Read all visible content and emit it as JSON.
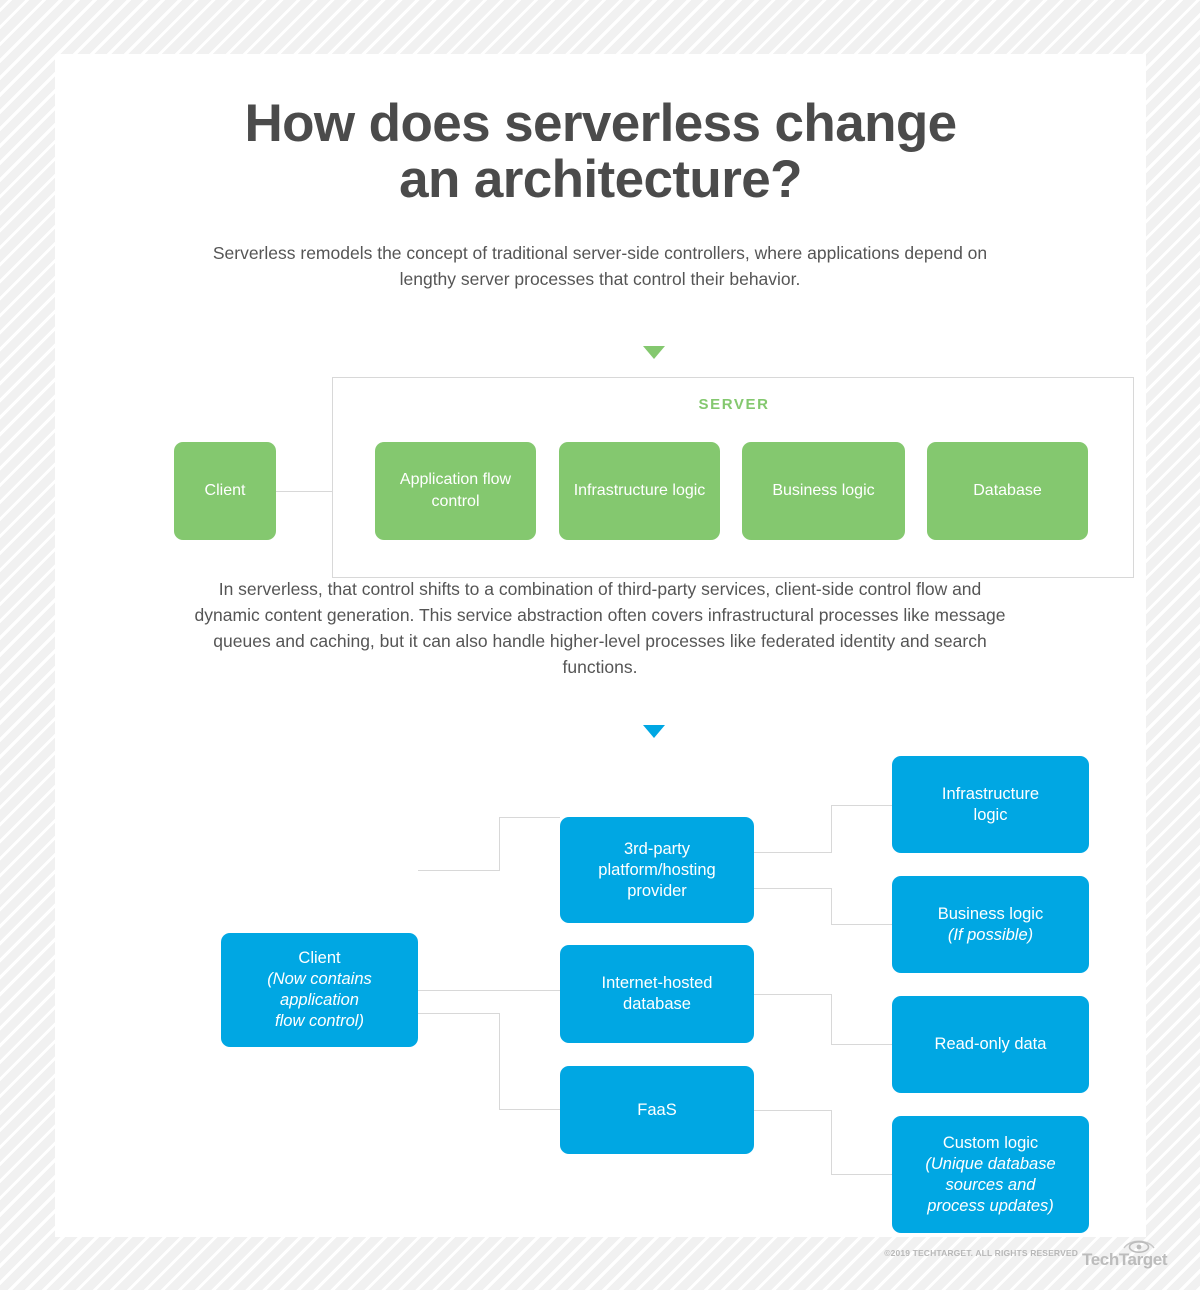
{
  "page": {
    "title_line1": "How does serverless change",
    "title_line2": "an architecture?",
    "intro": "Serverless remodels the concept of traditional server-side controllers, where applications depend on lengthy server processes that control their behavior.",
    "paragraph2": "In serverless, that control shifts to a combination of third-party services, client-side control flow and dynamic content generation. This service abstraction often covers infrastructural processes like message queues and caching, but it can also handle higher-level processes like federated identity and search functions."
  },
  "colors": {
    "green": "#84c86f",
    "blue": "#00a7e3",
    "title_gray": "#4b4b4b",
    "body_gray": "#555555",
    "connector_gray": "#d8d8d8",
    "page_background": "#f2f2f2",
    "card_background": "#ffffff"
  },
  "traditional": {
    "container_label": "SERVER",
    "client": {
      "label": "Client"
    },
    "nodes": [
      {
        "label": "Application flow control"
      },
      {
        "label": "Infrastructure logic"
      },
      {
        "label": "Business logic"
      },
      {
        "label": "Database"
      }
    ]
  },
  "serverless": {
    "client": {
      "label": "Client",
      "sub_line1": "(Now contains",
      "sub_line2": "application",
      "sub_line3": "flow control)"
    },
    "middle": [
      {
        "label_line1": "3rd-party",
        "label_line2": "platform/hosting",
        "label_line3": "provider"
      },
      {
        "label_line1": "Internet-hosted",
        "label_line2": "database",
        "label_line3": ""
      },
      {
        "label_line1": "FaaS",
        "label_line2": "",
        "label_line3": ""
      }
    ],
    "right": [
      {
        "label_line1": "Infrastructure",
        "label_line2": "logic",
        "sub1": "",
        "sub2": "",
        "sub3": ""
      },
      {
        "label_line1": "Business logic",
        "label_line2": "",
        "sub1": "(If possible)",
        "sub2": "",
        "sub3": ""
      },
      {
        "label_line1": "Read-only data",
        "label_line2": "",
        "sub1": "",
        "sub2": "",
        "sub3": ""
      },
      {
        "label_line1": "Custom logic",
        "label_line2": "",
        "sub1": "(Unique database",
        "sub2": "sources and",
        "sub3": "process updates)"
      }
    ]
  },
  "footer": {
    "copyright": "©2019 TECHTARGET. ALL RIGHTS RESERVED",
    "brand": "TechTarget"
  }
}
